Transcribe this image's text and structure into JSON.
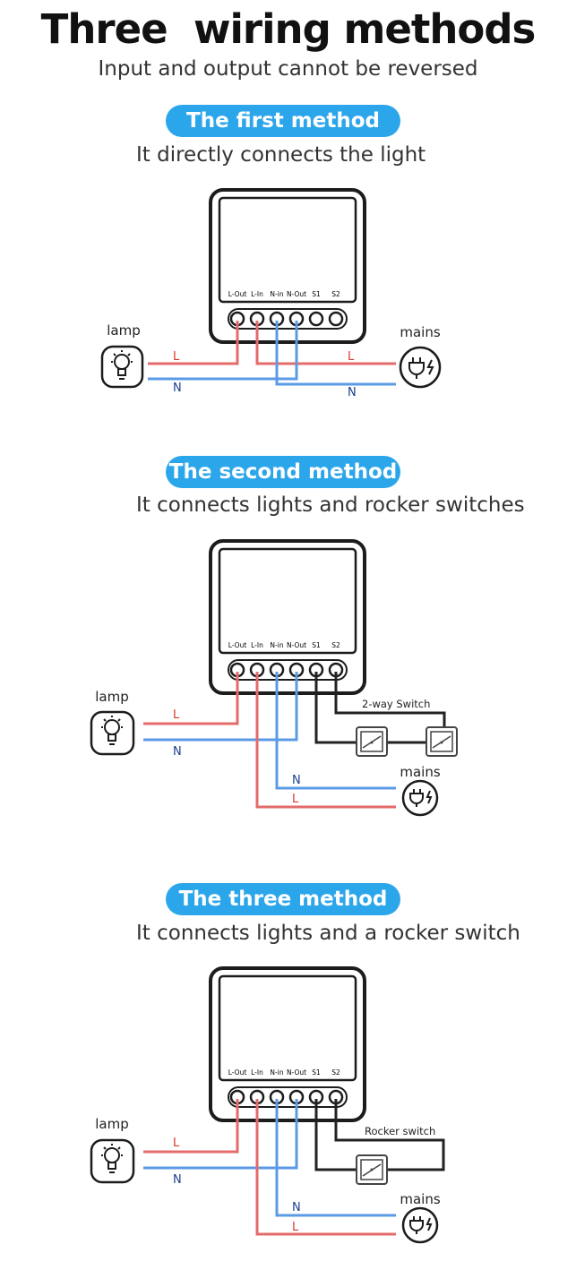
{
  "header": {
    "title": "Three  wiring methods",
    "subtitle": "Input and output cannot be reversed"
  },
  "terminals": [
    "L-Out",
    "L-In",
    "N-in",
    "N-Out",
    "S1",
    "S2"
  ],
  "methods": [
    {
      "badge": "The first method",
      "description": "It directly connects the light",
      "lamp_label": "lamp",
      "mains_label": "mains",
      "live_label": "L",
      "neutral_label": "N"
    },
    {
      "badge": "The second method",
      "description": "It connects lights and rocker switches",
      "lamp_label": "lamp",
      "mains_label": "mains",
      "live_label": "L",
      "neutral_label": "N",
      "switch_label": "2-way Switch"
    },
    {
      "badge": "The three method",
      "description": "It connects lights and a rocker switch",
      "lamp_label": "lamp",
      "mains_label": "mains",
      "live_label": "L",
      "neutral_label": "N",
      "switch_label": "Rocker switch"
    }
  ],
  "colors": {
    "live": "#e46b6b",
    "neutral": "#5b9be6",
    "switch_wire": "#222222",
    "badge": "#2ca6ea",
    "label_live": "#d9392f",
    "label_neutral": "#1b3f8f"
  },
  "icons": {
    "lamp": "light-bulb-icon",
    "mains": "power-plug-icon",
    "switch": "rocker-switch-icon"
  }
}
